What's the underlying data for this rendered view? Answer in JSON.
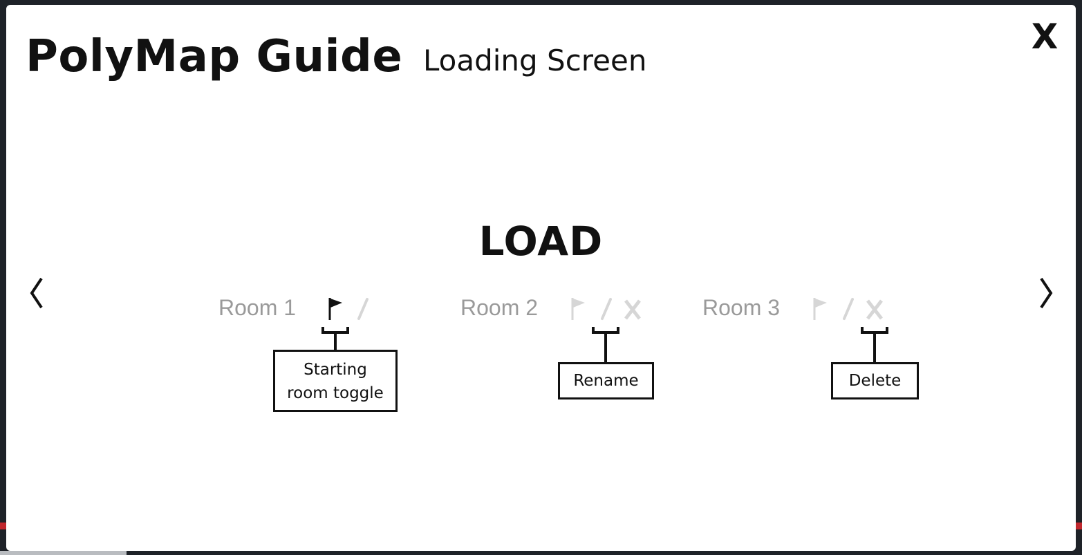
{
  "header": {
    "title": "PolyMap Guide",
    "subtitle": "Loading Screen",
    "close_label": "X"
  },
  "main": {
    "heading": "LOAD",
    "rooms": [
      {
        "label": "Room 1",
        "starting_room": true,
        "has_delete": false
      },
      {
        "label": "Room 2",
        "starting_room": false,
        "has_delete": true
      },
      {
        "label": "Room 3",
        "starting_room": false,
        "has_delete": true
      }
    ],
    "delete_glyph": "X"
  },
  "callouts": {
    "starting_line1": "Starting",
    "starting_line2": "room toggle",
    "rename": "Rename",
    "delete": "Delete"
  },
  "icons": {
    "prev": "chevron-left-icon",
    "next": "chevron-right-icon",
    "flag": "flag-icon",
    "pencil": "pencil-icon",
    "delete": "delete-icon"
  },
  "colors": {
    "background": "#1e2228",
    "modal": "#ffffff",
    "text": "#111111",
    "room_label": "#9a9a9a",
    "inactive_icon": "#d6d6d6",
    "accent_red": "#c0272d"
  }
}
